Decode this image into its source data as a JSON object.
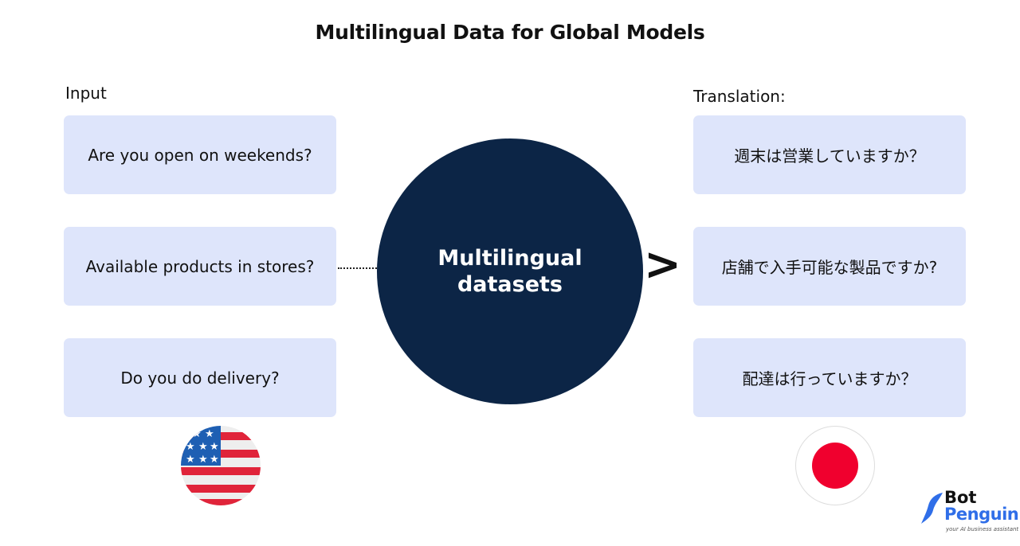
{
  "title": "Multilingual Data for Global Models",
  "input": {
    "label": "Input",
    "items": [
      "Are you open on weekends?",
      "Available products in stores?",
      "Do you do delivery?"
    ]
  },
  "center": {
    "line1": "Multilingual",
    "line2": "datasets"
  },
  "arrow": ">",
  "translation": {
    "label": "Translation:",
    "items": [
      "週末は営業していますか？",
      "店舗で入手可能な製品ですか?",
      "配達は行っていますか？"
    ]
  },
  "logo": {
    "line1": "Bot",
    "line2": "Penguin",
    "tagline": "your AI business assistant"
  },
  "colors": {
    "box": "#dee5fb",
    "circle": "#0c2546",
    "brand": "#2f6ee8",
    "flag_red": "#e0243a",
    "flag_blue": "#1e5fb3"
  }
}
